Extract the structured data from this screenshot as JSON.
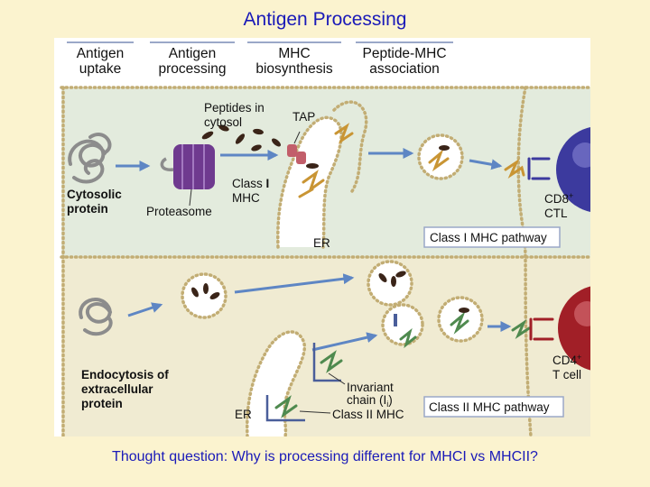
{
  "slide": {
    "title": "Antigen Processing",
    "caption": "Thought question: Why is processing different for MHCI vs MHCII?"
  },
  "stages": [
    {
      "line1": "Antigen",
      "line2": "uptake"
    },
    {
      "line1": "Antigen",
      "line2": "processing"
    },
    {
      "line1": "MHC",
      "line2": "biosynthesis"
    },
    {
      "line1": "Peptide-MHC",
      "line2": "association"
    }
  ],
  "class1": {
    "cytosolic_protein_1": "Cytosolic",
    "cytosolic_protein_2": "protein",
    "peptides_1": "Peptides in",
    "peptides_2": "cytosol",
    "tap": "TAP",
    "proteasome": "Proteasome",
    "class_mhc_1a": "Class",
    "class_mhc_1b": "I",
    "class_mhc_2": "MHC",
    "er": "ER",
    "cell_1": "CD8",
    "cell_1_sup": "+",
    "cell_2": "CTL",
    "pathway": "Class I MHC pathway"
  },
  "class2": {
    "endo_1": "Endocytosis of",
    "endo_2": "extracellular",
    "endo_3": "protein",
    "invariant_1": "Invariant",
    "invariant_2a": "chain (I",
    "invariant_2b": "i",
    "invariant_2c": ")",
    "class_mhc": "Class II MHC",
    "er": "ER",
    "cell_1": "CD4",
    "cell_1_sup": "+",
    "cell_2": "T cell",
    "pathway": "Class II MHC pathway"
  },
  "colors": {
    "title_text": "#1a1ab8",
    "slide_bg": "#fbf3cf",
    "top_panel": "#e3ebdd",
    "bottom_panel": "#f0ebd2",
    "membrane_dot": "#c2ad74",
    "arrow": "#5e86c4",
    "proteasome": "#6f3a8f",
    "class1_mhc": "#c99534",
    "class2_mhc": "#4f8a4f",
    "cd8_cell": "#3c3a9e",
    "cd4_cell": "#a11f27"
  }
}
